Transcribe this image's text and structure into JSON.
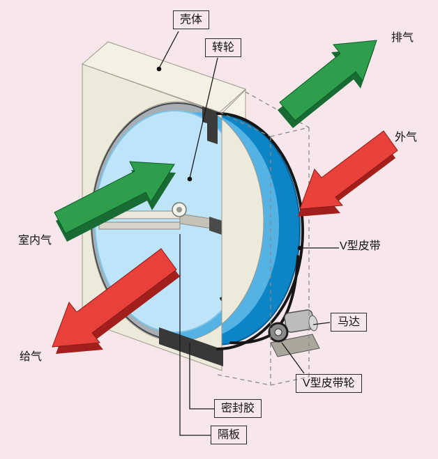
{
  "background_color": "#f7e7ea",
  "labels": {
    "casing": "壳体",
    "rotor": "转轮",
    "exhaust_air": "排气",
    "outside_air": "外气",
    "indoor_air": "室内气",
    "supply_air": "给气",
    "v_belt": "V型皮带",
    "motor": "马达",
    "v_belt_pulley": "V型皮带轮",
    "sealant": "密封胶",
    "partition": "隔板"
  },
  "colors": {
    "airflow_green": "#2e9e4d",
    "airflow_green_dark": "#176b33",
    "airflow_red": "#e8413b",
    "airflow_red_dark": "#a21f1c",
    "rotor_face_blue": "#bde4f8",
    "rotor_rim_blue": "#0d84c6",
    "housing_cream": "#eeeadb",
    "belt_black": "#161616"
  }
}
